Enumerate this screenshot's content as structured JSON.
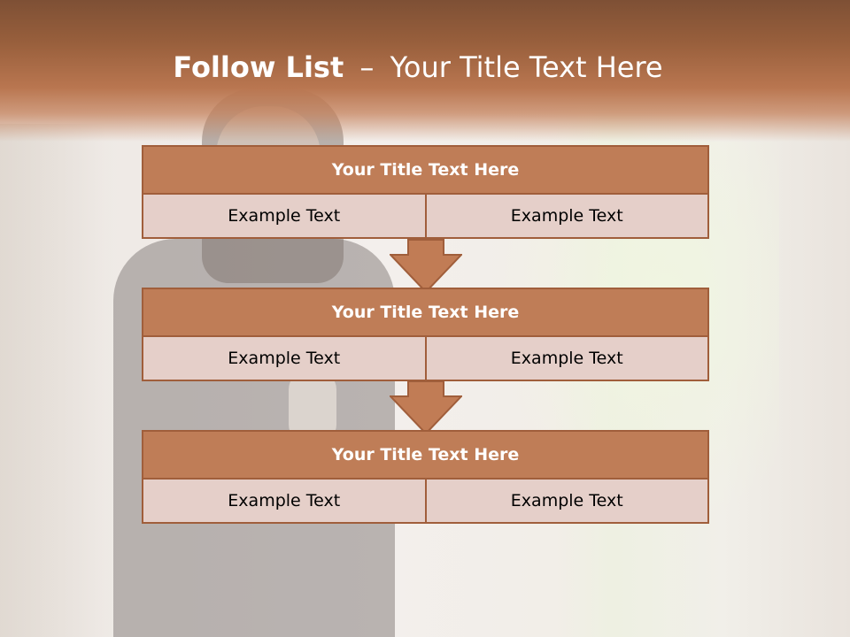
{
  "slide": {
    "title_bold": "Follow List",
    "title_dash": "–",
    "title_rest": "Your Title Text Here"
  },
  "blocks": [
    {
      "title": "Your Title Text Here",
      "cells": [
        "Example Text",
        "Example Text"
      ]
    },
    {
      "title": "Your Title Text Here",
      "cells": [
        "Example Text",
        "Example Text"
      ]
    },
    {
      "title": "Your Title Text Here",
      "cells": [
        "Example Text",
        "Example Text"
      ]
    }
  ],
  "colors": {
    "accent": "#bf7d57",
    "border": "#a05e3b",
    "cell_fill": "#e5cfc9",
    "title_band": "#985f3c"
  }
}
